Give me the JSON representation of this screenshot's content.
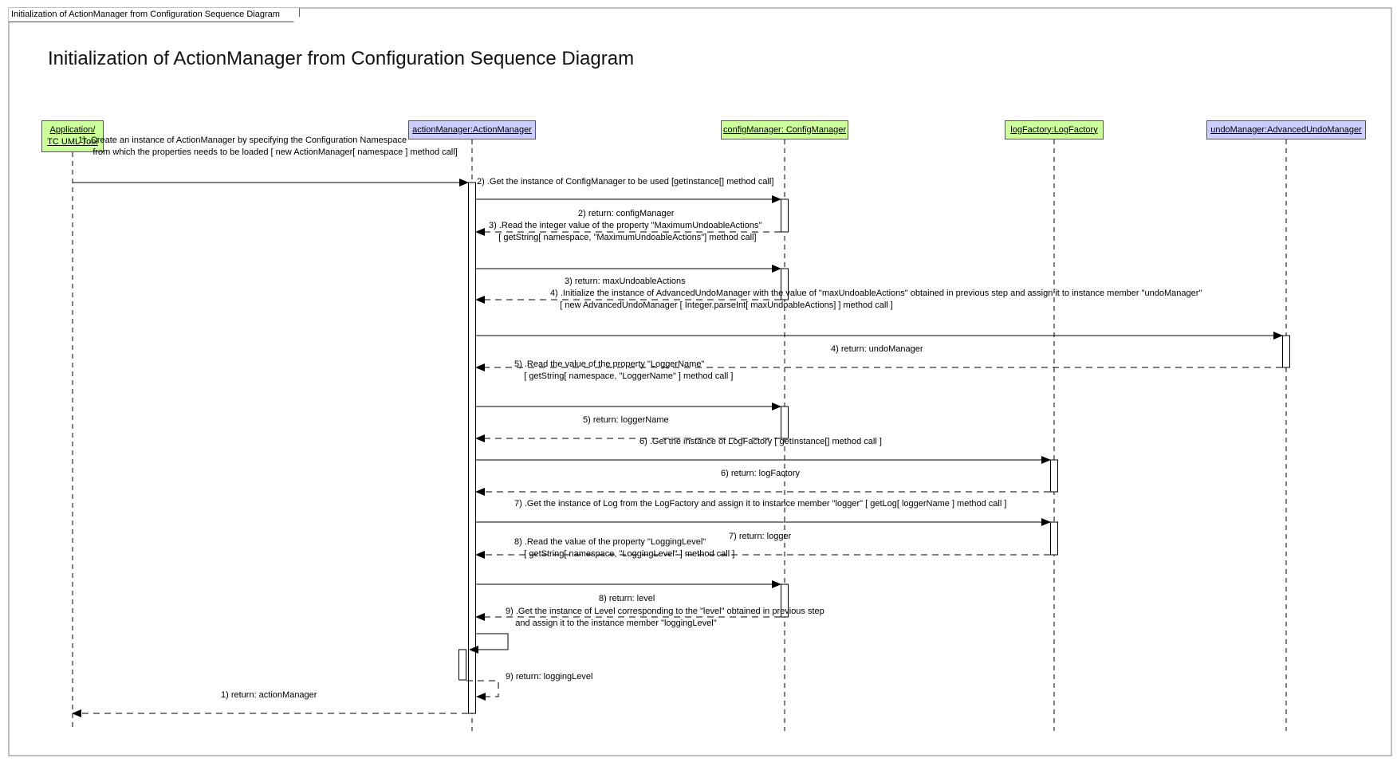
{
  "frame_label": "Initialization of ActionManager from Configuration Sequence Diagram",
  "title": "Initialization of ActionManager from Configuration Sequence Diagram",
  "colors": {
    "actor_fill": "#ccff99",
    "object_fill": "#ccccff",
    "line": "#000000",
    "frame": "#7f7f7f"
  },
  "lifelines": [
    {
      "id": "app",
      "label": "Application/\nTC UML Tool",
      "fill": "actor"
    },
    {
      "id": "am",
      "label": "actionManager:ActionManager",
      "fill": "object"
    },
    {
      "id": "cm",
      "label": "configManager: ConfigManager",
      "fill": "actor"
    },
    {
      "id": "lf",
      "label": "logFactory:LogFactory",
      "fill": "actor"
    },
    {
      "id": "um",
      "label": "undoManager:AdvancedUndoManager",
      "fill": "object"
    }
  ],
  "messages": [
    {
      "from": "app",
      "to": "am",
      "kind": "call",
      "text": "1) .Create an instance of ActionManager by specifying the Configuration Namespace\n      from which the properties needs to be loaded [ new ActionManager[ namespace ] method call]"
    },
    {
      "from": "am",
      "to": "cm",
      "kind": "call",
      "text": "2) .Get the instance of ConfigManager to be used [getInstance[] method call]"
    },
    {
      "from": "cm",
      "to": "am",
      "kind": "return",
      "text": "2) return: configManager"
    },
    {
      "from": "am",
      "to": "cm",
      "kind": "call",
      "text": "3) .Read the integer value of the property \"MaximumUndoableActions\"\n    [ getString[ namespace, \"MaximumUndoableActions\"] method call]"
    },
    {
      "from": "cm",
      "to": "am",
      "kind": "return",
      "text": "3) return: maxUndoableActions"
    },
    {
      "from": "am",
      "to": "um",
      "kind": "call",
      "text": "4) .Initialize the instance of AdvancedUndoManager with the value of \"maxUndoableActions\" obtained in previous step and assign it to instance member \"undoManager\"\n    [ new AdvancedUndoManager [ Integer.parseInt[ maxUndoableActions] ] method call ]"
    },
    {
      "from": "um",
      "to": "am",
      "kind": "return",
      "text": "4) return: undoManager"
    },
    {
      "from": "am",
      "to": "cm",
      "kind": "call",
      "text": "5) .Read the value of the property \"LoggerName\"\n    [ getString[ namespace, \"LoggerName\" ] method call ]"
    },
    {
      "from": "cm",
      "to": "am",
      "kind": "return",
      "text": "5) return: loggerName"
    },
    {
      "from": "am",
      "to": "lf",
      "kind": "call",
      "text": "6) .Get the instance of LogFactory [ getInstance[] method call ]"
    },
    {
      "from": "lf",
      "to": "am",
      "kind": "return",
      "text": "6) return: logFactory"
    },
    {
      "from": "am",
      "to": "lf",
      "kind": "call",
      "text": "7) .Get the instance of Log from the LogFactory and assign it to instance member \"logger\" [ getLog[ loggerName ] method call ]"
    },
    {
      "from": "lf",
      "to": "am",
      "kind": "return",
      "text": "7) return: logger"
    },
    {
      "from": "am",
      "to": "cm",
      "kind": "call",
      "text": "8) .Read the value of the property \"LoggingLevel\"\n    [ getString[ namespace, \"LoggingLevel\" ] method call ]"
    },
    {
      "from": "cm",
      "to": "am",
      "kind": "return",
      "text": "8) return: level"
    },
    {
      "from": "am",
      "to": "am",
      "kind": "self",
      "text": "9) .Get the instance of Level corresponding to the \"level\" obtained in previous step\n    and assign it to the instance member \"loggingLevel\""
    },
    {
      "from": "am",
      "to": "am",
      "kind": "self-return",
      "text": "9) return: loggingLevel"
    },
    {
      "from": "am",
      "to": "app",
      "kind": "return",
      "text": "1) return: actionManager"
    }
  ]
}
